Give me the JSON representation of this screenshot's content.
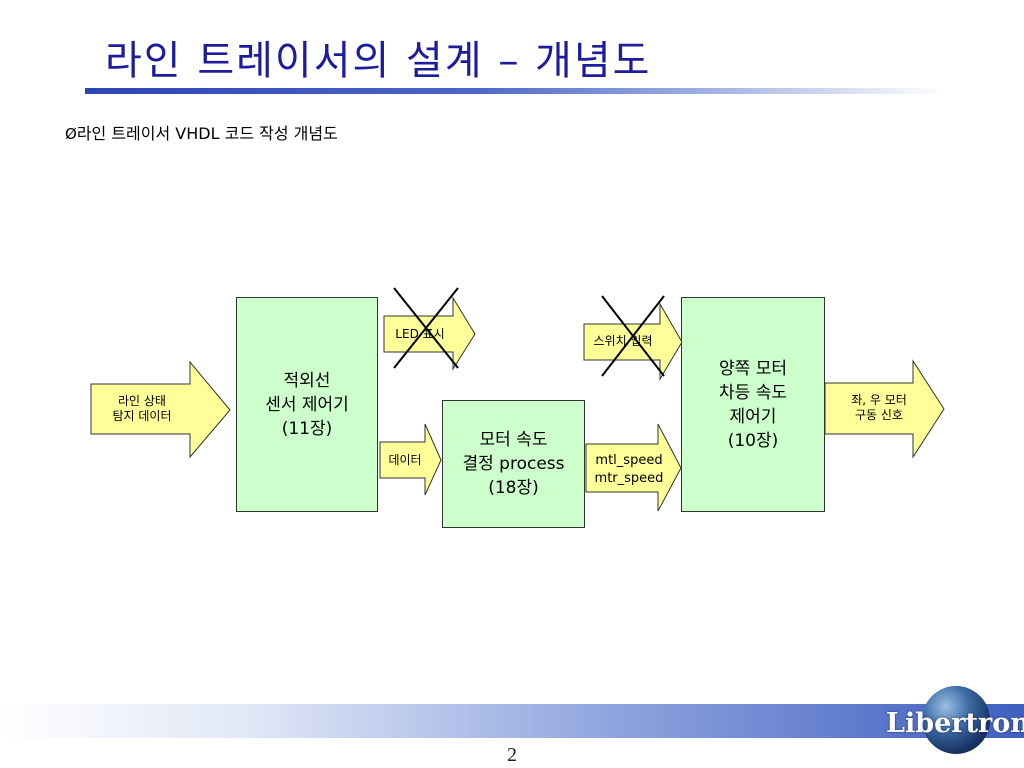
{
  "slide": {
    "title": "라인 트레이서의 설계 – 개념도",
    "bullet": "Ø",
    "subtitle": "라인 트레이서 VHDL 코드 작성 개념도",
    "page_number": "2",
    "brand": "Libertron"
  },
  "diagram": {
    "boxes": {
      "ir_sensor_controller": "적외선\n센서 제어기\n(11장)",
      "motor_speed_process": "모터 속도\n결정 process\n(18장)",
      "differential_speed_controller": "양쪽 모터\n차등 속도\n제어기\n(10장)"
    },
    "arrows": {
      "line_state_input": "라인 상태\n탐지 데이터",
      "led_display": "LED 표시",
      "data": "데이터",
      "switch_input": "스위치 입력",
      "speed_signals": "mtl_speed\nmtr_speed",
      "drive_signal": "좌, 우 모터\n구동 신호"
    },
    "crossed_out": [
      "LED 표시",
      "스위치 입력"
    ]
  },
  "colors": {
    "title": "#1c1c9c",
    "box_fill": "#ccffcc",
    "arrow_fill": "#ffff99",
    "cross": "#000000"
  }
}
